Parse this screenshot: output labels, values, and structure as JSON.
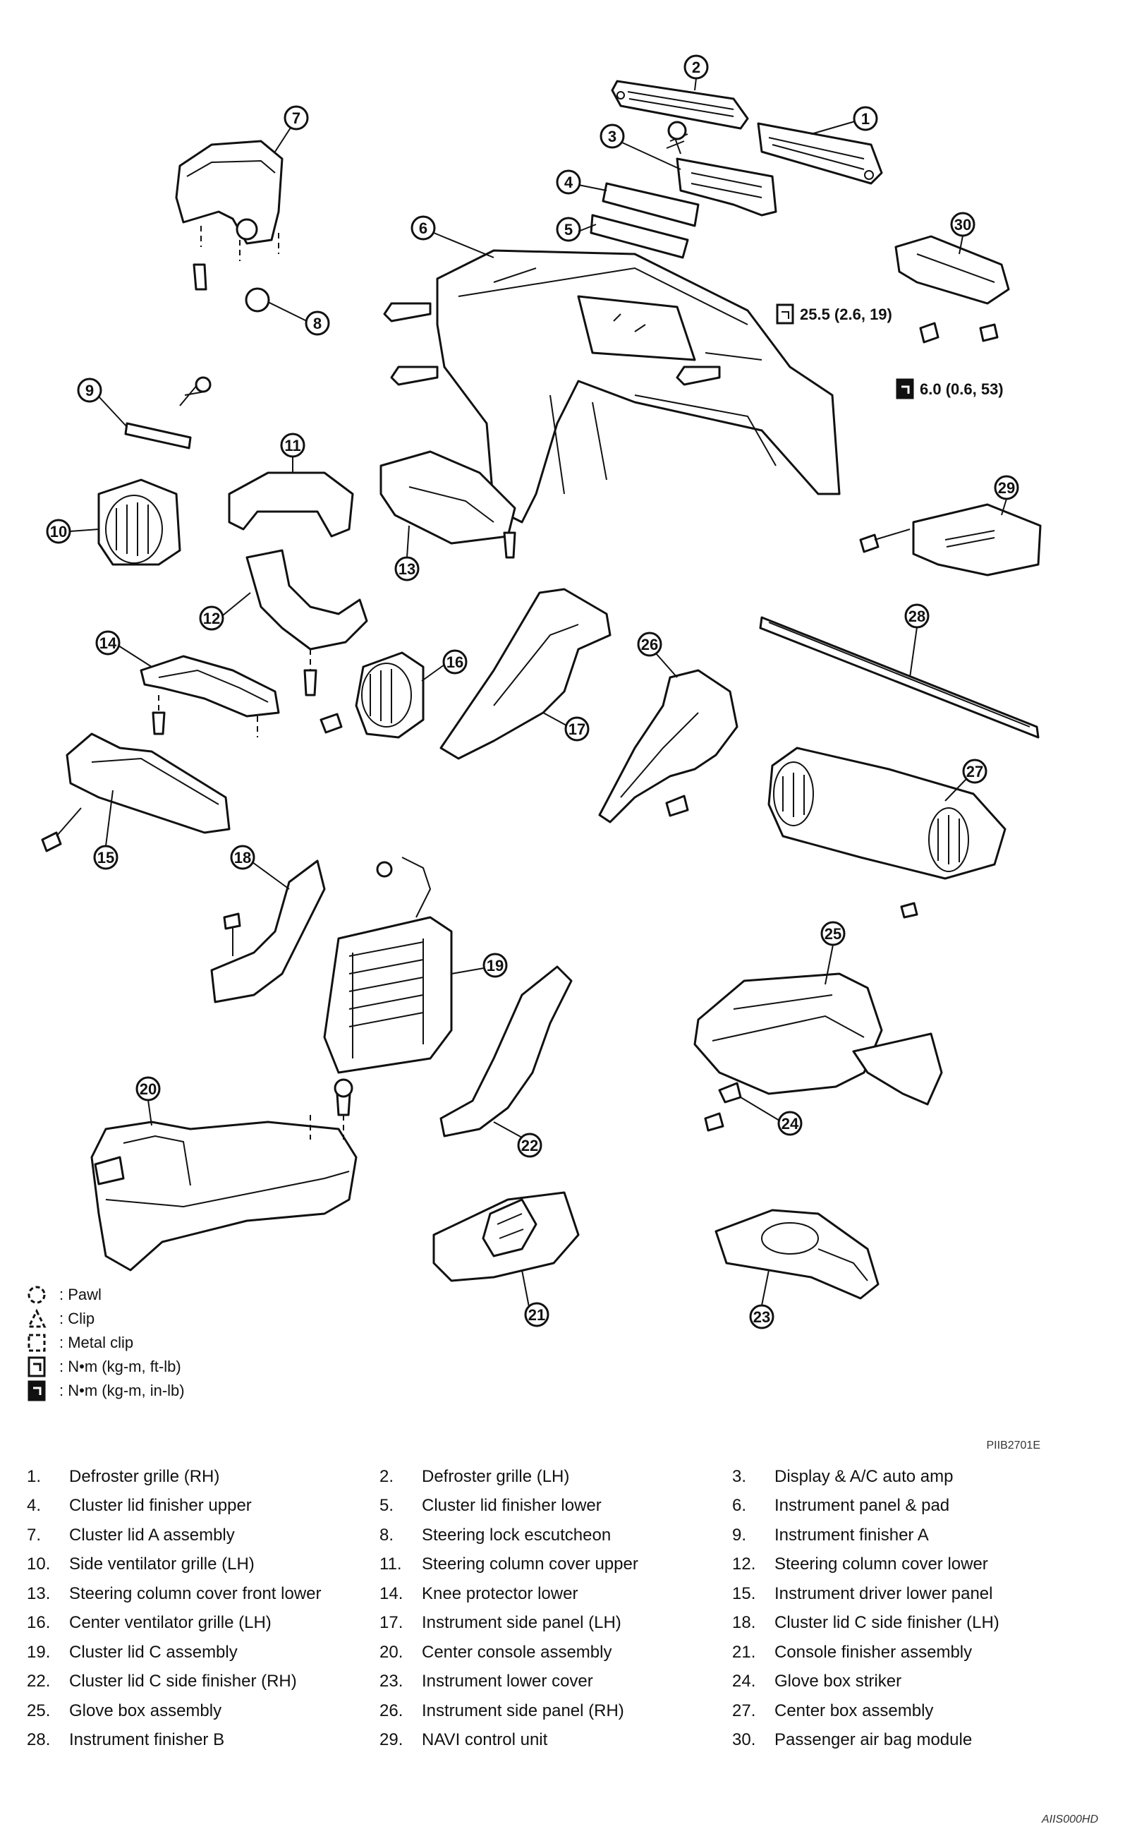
{
  "figure_code": "PIIB2701E",
  "doc_code": "AIIS000HD",
  "torque_specs": [
    {
      "text": "25.5 (2.6, 19)"
    },
    {
      "text": "6.0 (0.6, 53)"
    }
  ],
  "legend": [
    {
      "icon": "pawl-icon",
      "label": ": Pawl"
    },
    {
      "icon": "clip-icon",
      "label": ": Clip"
    },
    {
      "icon": "metal-clip-icon",
      "label": ": Metal clip"
    },
    {
      "icon": "torque-ftlb-icon",
      "label": ": N•m (kg-m, ft-lb)"
    },
    {
      "icon": "torque-inlb-icon",
      "label": ": N•m (kg-m, in-lb)"
    }
  ],
  "callouts": [
    "1",
    "2",
    "3",
    "4",
    "5",
    "6",
    "7",
    "8",
    "9",
    "10",
    "11",
    "12",
    "13",
    "14",
    "15",
    "16",
    "17",
    "18",
    "19",
    "20",
    "21",
    "22",
    "23",
    "24",
    "25",
    "26",
    "27",
    "28",
    "29",
    "30"
  ],
  "parts": [
    {
      "num": "1.",
      "name": "Defroster grille (RH)"
    },
    {
      "num": "2.",
      "name": "Defroster grille (LH)"
    },
    {
      "num": "3.",
      "name": "Display & A/C auto amp"
    },
    {
      "num": "4.",
      "name": "Cluster lid finisher upper"
    },
    {
      "num": "5.",
      "name": "Cluster lid finisher lower"
    },
    {
      "num": "6.",
      "name": "Instrument panel & pad"
    },
    {
      "num": "7.",
      "name": "Cluster lid A assembly"
    },
    {
      "num": "8.",
      "name": "Steering lock escutcheon"
    },
    {
      "num": "9.",
      "name": "Instrument finisher A"
    },
    {
      "num": "10.",
      "name": "Side ventilator grille (LH)"
    },
    {
      "num": "11.",
      "name": "Steering column cover upper"
    },
    {
      "num": "12.",
      "name": "Steering column cover lower"
    },
    {
      "num": "13.",
      "name": "Steering column cover front lower"
    },
    {
      "num": "14.",
      "name": "Knee protector lower"
    },
    {
      "num": "15.",
      "name": "Instrument driver lower panel"
    },
    {
      "num": "16.",
      "name": "Center ventilator grille (LH)"
    },
    {
      "num": "17.",
      "name": "Instrument side panel (LH)"
    },
    {
      "num": "18.",
      "name": "Cluster lid C side finisher (LH)"
    },
    {
      "num": "19.",
      "name": "Cluster lid C assembly"
    },
    {
      "num": "20.",
      "name": "Center console assembly"
    },
    {
      "num": "21.",
      "name": "Console finisher assembly"
    },
    {
      "num": "22.",
      "name": "Cluster lid C side finisher (RH)"
    },
    {
      "num": "23.",
      "name": "Instrument lower cover"
    },
    {
      "num": "24.",
      "name": "Glove box striker"
    },
    {
      "num": "25.",
      "name": "Glove box assembly"
    },
    {
      "num": "26.",
      "name": "Instrument side panel (RH)"
    },
    {
      "num": "27.",
      "name": "Center box assembly"
    },
    {
      "num": "28.",
      "name": "Instrument finisher B"
    },
    {
      "num": "29.",
      "name": "NAVI control unit"
    },
    {
      "num": "30.",
      "name": "Passenger air bag module"
    }
  ]
}
